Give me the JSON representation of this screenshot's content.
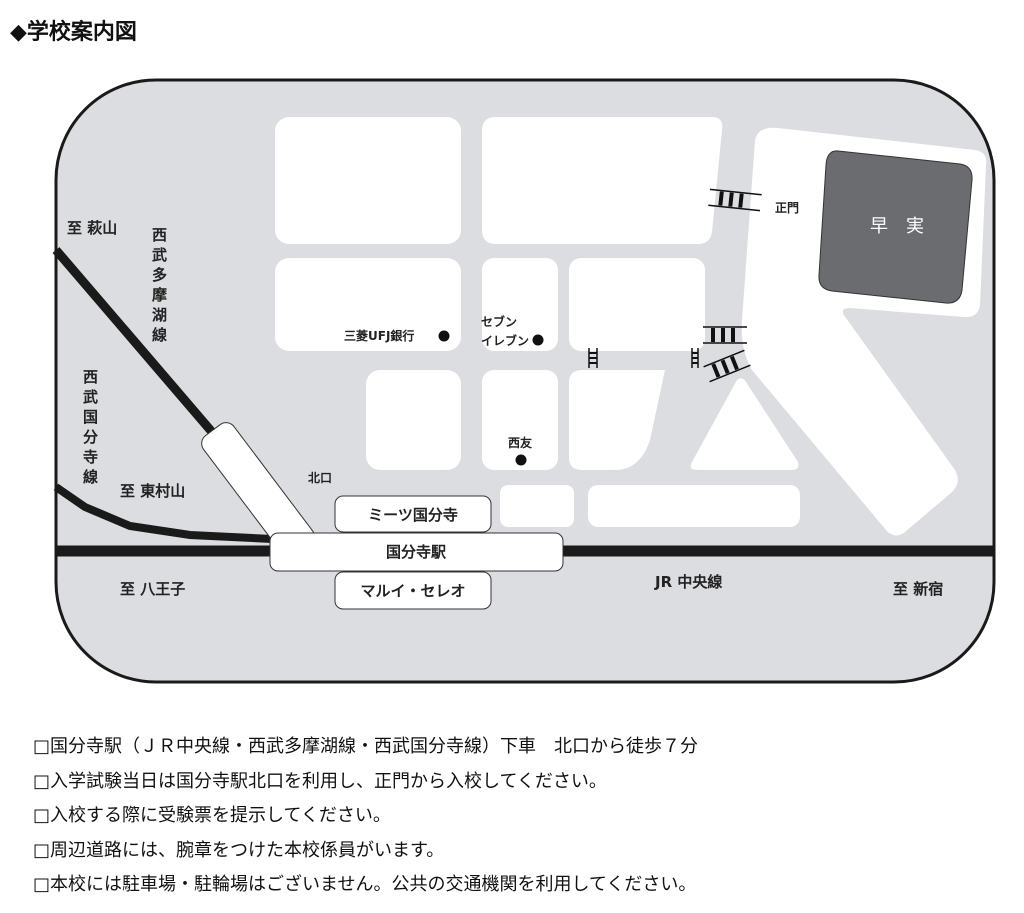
{
  "title": "◆学校案内図",
  "map": {
    "to_ogiyama": "至 萩山",
    "seibu_tamako": [
      "西",
      "武",
      "多",
      "摩",
      "湖",
      "線"
    ],
    "seibu_kokubunji": [
      "西",
      "武",
      "国",
      "分",
      "寺",
      "線"
    ],
    "to_higashimurayama": "至 東村山",
    "to_hachioji": "至 八王子",
    "to_shinjuku": "至 新宿",
    "jr_chuo": "JR 中央線",
    "north_exit": "北口",
    "station": "国分寺駅",
    "meets": "ミーツ国分寺",
    "marui": "マルイ・セレオ",
    "mufg": "三菱UFJ銀行",
    "seven_1": "セブン",
    "seven_2": "イレブン",
    "seiyu": "西友",
    "main_gate": "正門",
    "school": "早　実",
    "colors": {
      "road": "#dcdde0",
      "block": "#ffffff",
      "rail": "#1a1a1a",
      "school": "#6b6c6f"
    }
  },
  "notes": [
    "□国分寺駅（ＪＲ中央線・西武多摩湖線・西武国分寺線）下車　北口から徒歩７分",
    "□入学試験当日は国分寺駅北口を利用し、正門から入校してください。",
    "□入校する際に受験票を提示してください。",
    "□周辺道路には、腕章をつけた本校係員がいます。",
    "□本校には駐車場・駐輪場はございません。公共の交通機関を利用してください。"
  ]
}
